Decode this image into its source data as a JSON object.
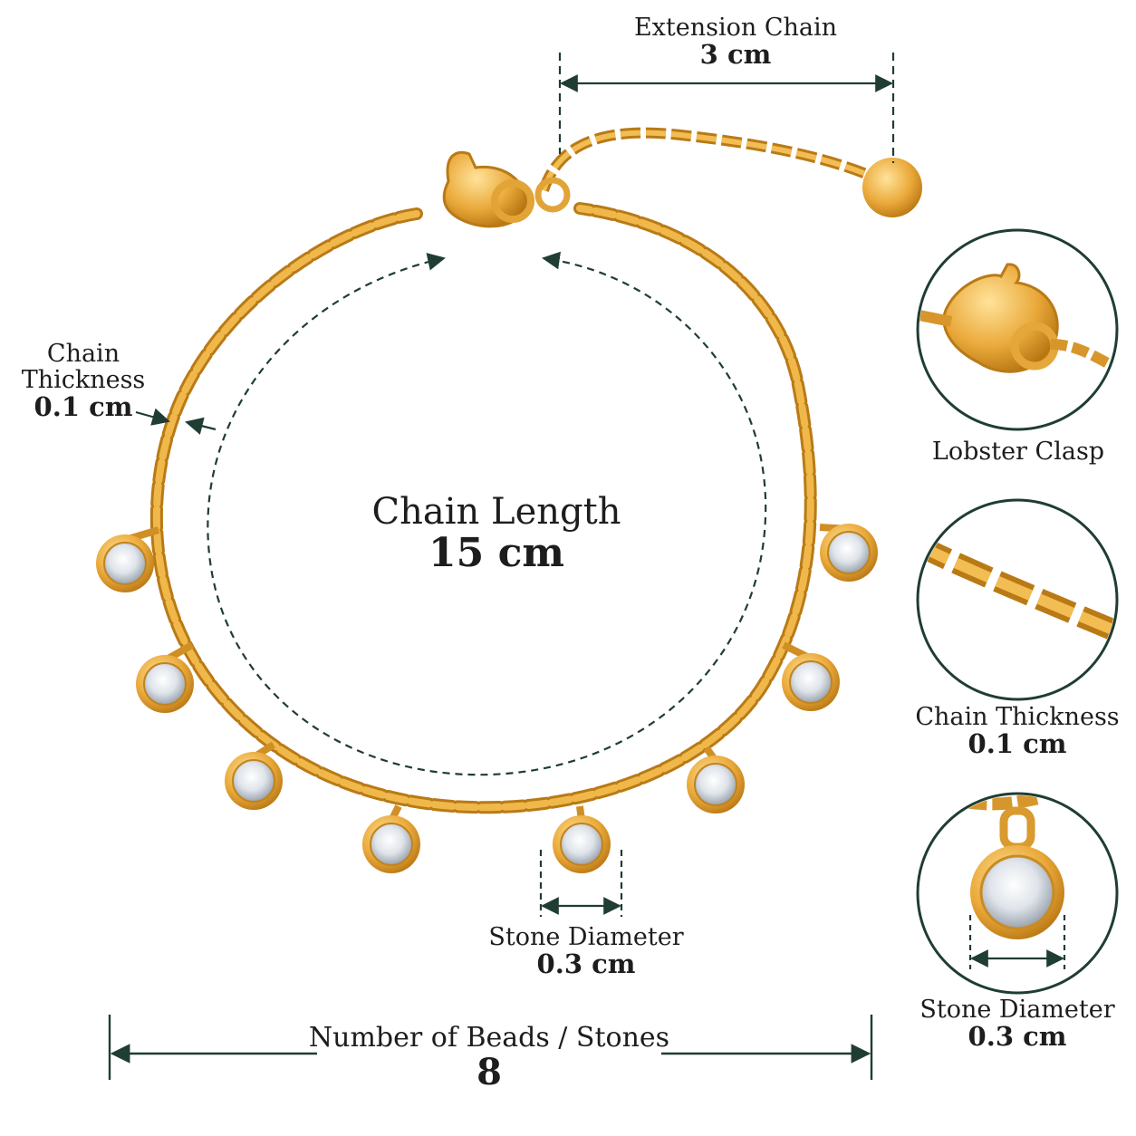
{
  "measurements": {
    "extension_chain": {
      "label": "Extension Chain",
      "value": "3 cm"
    },
    "chain_thickness": {
      "label_line1": "Chain",
      "label_line2": "Thickness",
      "value": "0.1 cm"
    },
    "chain_length": {
      "label": "Chain Length",
      "value": "15 cm"
    },
    "stone_diameter": {
      "label": "Stone Diameter",
      "value": "0.3 cm"
    },
    "beads": {
      "label": "Number of Beads / Stones",
      "value": "8"
    }
  },
  "details": {
    "clasp": {
      "label": "Lobster Clasp"
    },
    "chain": {
      "label": "Chain Thickness",
      "value": "0.1 cm"
    },
    "stone": {
      "label": "Stone Diameter",
      "value": "0.3 cm"
    }
  },
  "colors": {
    "gold": "#e8a838",
    "gold_dark": "#b97a16",
    "gold_light": "#f8d27a",
    "annotation": "#1f3d33",
    "stone": "#e9edf2"
  }
}
